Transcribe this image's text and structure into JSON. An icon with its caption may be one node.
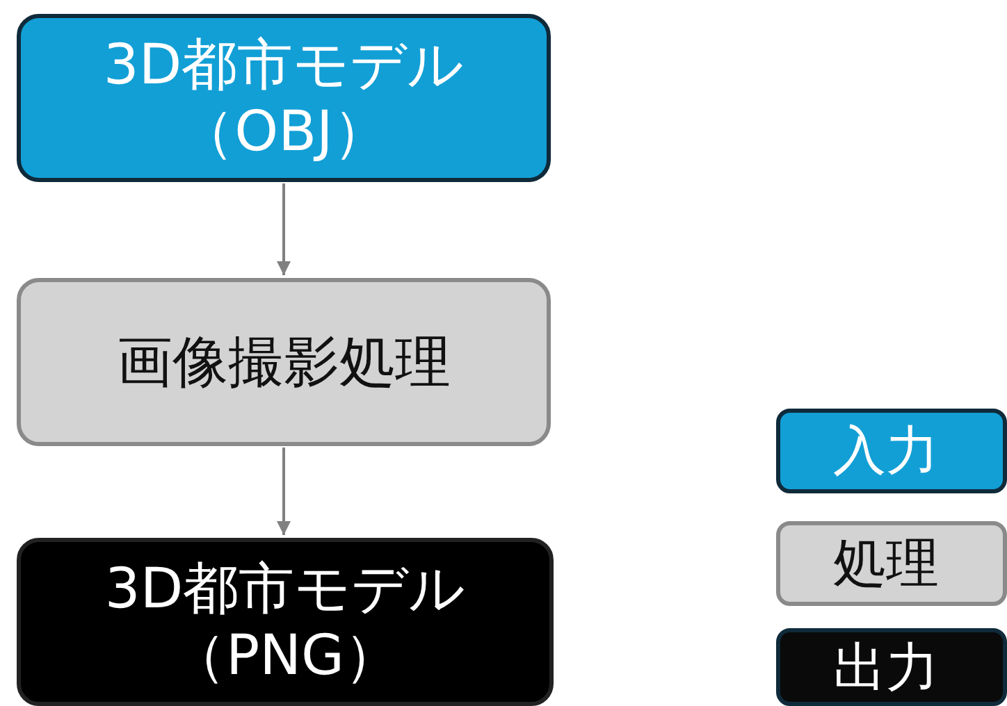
{
  "diagram": {
    "nodes": [
      {
        "text": [
          "3D都市モデル（OBJ）"
        ]
      },
      {
        "text": [
          "画像撮影処理"
        ]
      },
      {
        "text": [
          "3D都市モデル（PNG）"
        ]
      }
    ],
    "edges": [
      {
        "from": 0,
        "to": 1,
        "arrow": "to"
      },
      {
        "from": 1,
        "to": 2,
        "arrow": "to"
      }
    ],
    "legend": [
      {
        "text": "入力",
        "color": "#129fd6"
      },
      {
        "text": "処理",
        "color": "#d3d3d3"
      },
      {
        "text": "出力",
        "color": "#0a0a0a"
      }
    ]
  }
}
